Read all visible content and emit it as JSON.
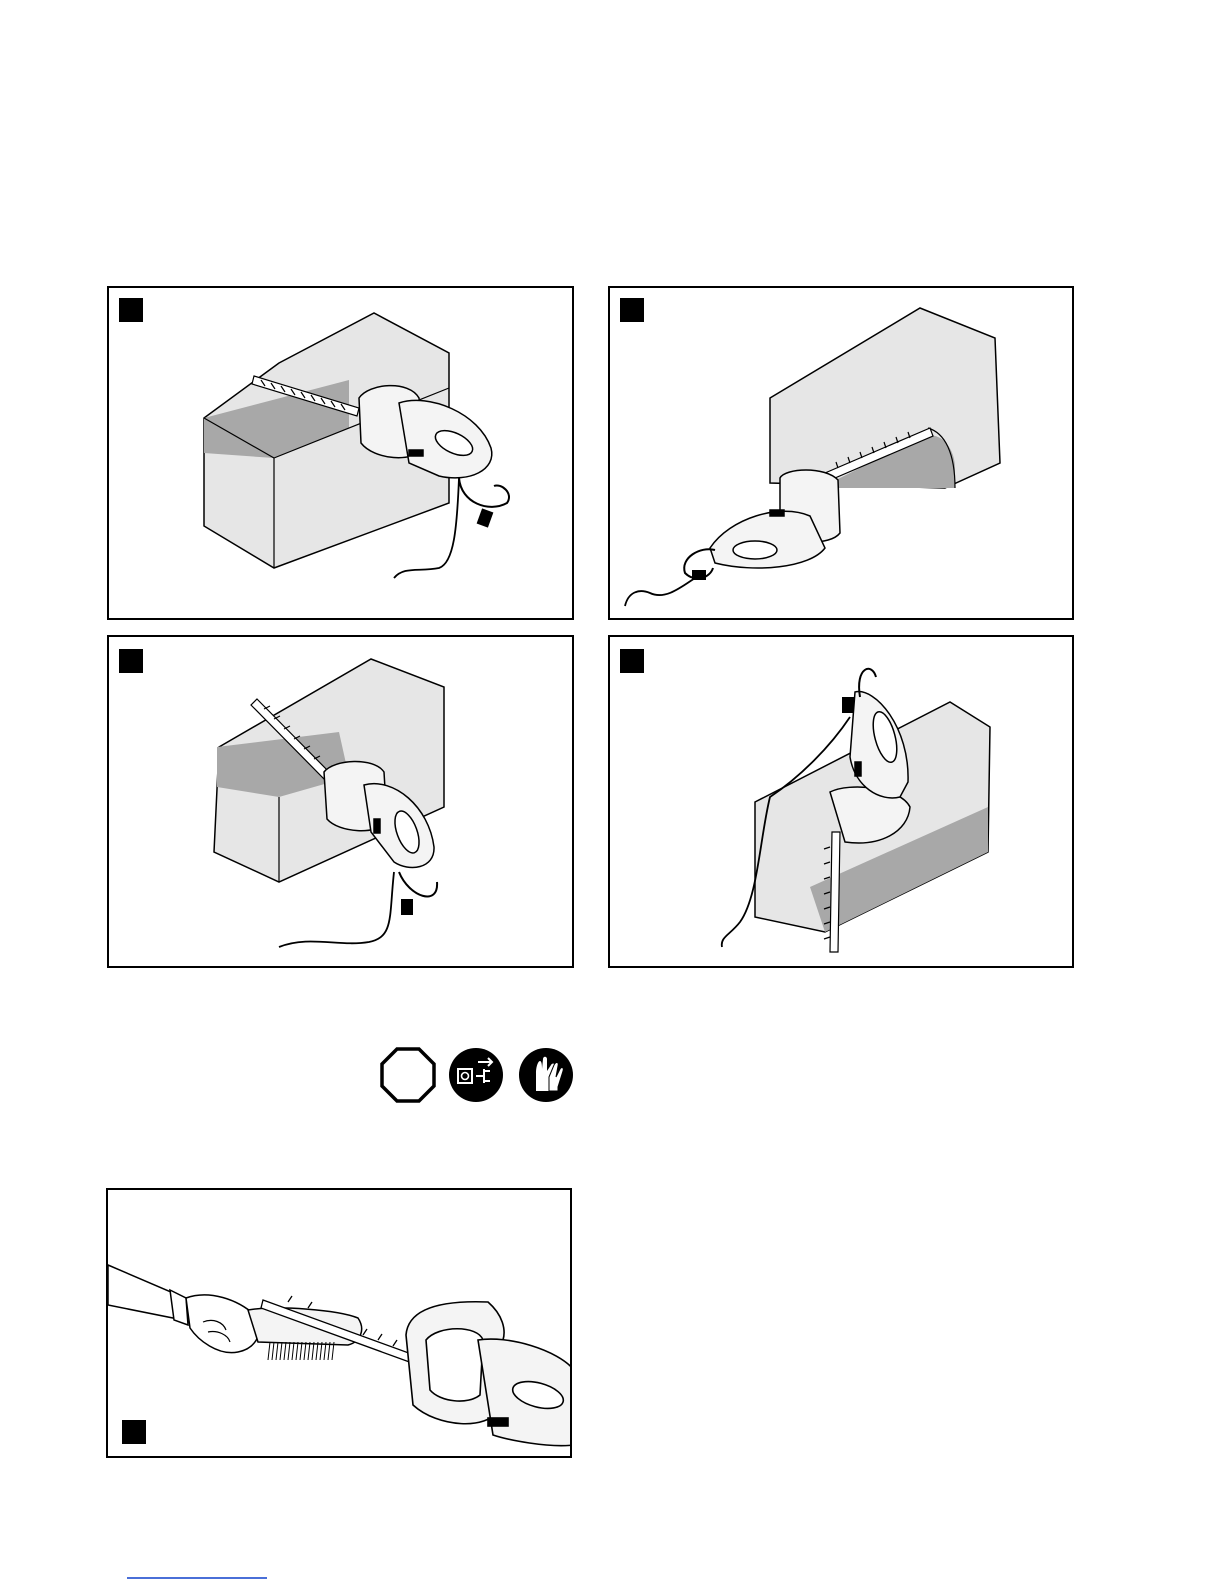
{
  "page": {
    "figures": [
      {
        "id": "fig-a"
      },
      {
        "id": "fig-b"
      },
      {
        "id": "fig-c"
      },
      {
        "id": "fig-d"
      },
      {
        "id": "fig-e"
      }
    ],
    "safety_icons": [
      "stop-octagon-icon",
      "unplug-icon",
      "gloves-icon"
    ]
  },
  "colors": {
    "outline": "#000000",
    "hedge_top": "#e6e6e6",
    "hedge_cut": "#a8a8a8",
    "tool_body": "#f4f4f4",
    "footer_rule": "#4a6fd8"
  }
}
